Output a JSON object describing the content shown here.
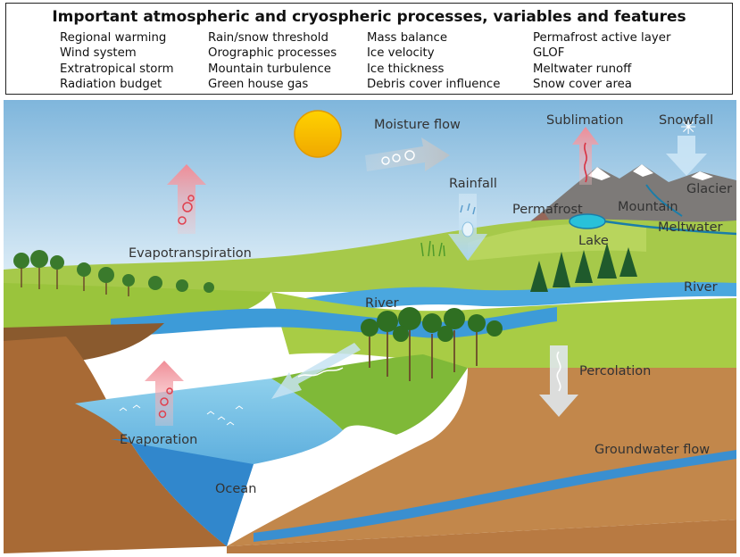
{
  "header": {
    "title": "Important atmospheric and cryospheric processes, variables and features",
    "columns": [
      [
        "Regional warming",
        "Wind system",
        "Extratropical storm",
        "Radiation budget"
      ],
      [
        "Rain/snow threshold",
        "Orographic processes",
        "Mountain turbulence",
        "Green house gas"
      ],
      [
        "Mass balance",
        "Ice velocity",
        "Ice thickness",
        "Debris cover influence"
      ],
      [
        "Permafrost active layer",
        "GLOF",
        "Meltwater runoff",
        "Snow cover area"
      ]
    ]
  },
  "labels": {
    "moisture_flow": "Moisture flow",
    "sublimation": "Sublimation",
    "snowfall": "Snowfall",
    "rainfall": "Rainfall",
    "glacier": "Glacier",
    "permafrost": "Permafrost",
    "mountain": "Mountain",
    "lake": "Lake",
    "meltwater": "Meltwater",
    "evapotranspiration": "Evapotranspiration",
    "river_center": "River",
    "river_right": "River",
    "percolation": "Percolation",
    "evaporation": "Evaporation",
    "groundwater_flow": "Groundwater flow",
    "ocean": "Ocean"
  }
}
